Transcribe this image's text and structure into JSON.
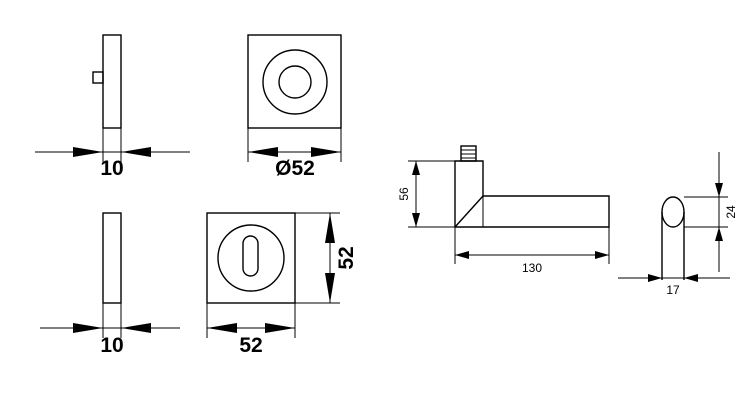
{
  "dimensions": {
    "rose_thickness": "10",
    "rose_diameter": "Ø52",
    "escutcheon_thickness": "10",
    "escutcheon_width": "52",
    "escutcheon_height": "52",
    "handle_height": "56",
    "handle_length": "130",
    "handle_depth": "17",
    "handle_grip": "24"
  },
  "colors": {
    "line": "#000000",
    "background": "#ffffff"
  }
}
